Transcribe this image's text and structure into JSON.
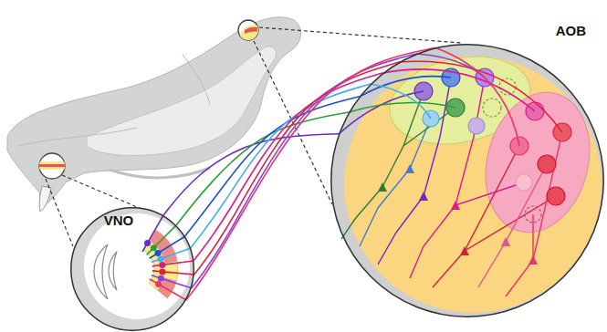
{
  "diagram": {
    "nodes": [
      {
        "text": [
          "AOB"
        ]
      },
      {
        "text": [
          "VNO"
        ]
      }
    ],
    "edges": [
      {
        "from": 1,
        "to": 0,
        "arrow": "none"
      },
      {
        "from": 1,
        "to": 0,
        "arrow": "none"
      },
      {
        "from": 1,
        "to": 0,
        "arrow": "none"
      },
      {
        "from": 1,
        "to": 0,
        "arrow": "none"
      },
      {
        "from": 1,
        "to": 0,
        "arrow": "none"
      },
      {
        "from": 1,
        "to": 0,
        "arrow": "none"
      },
      {
        "from": 1,
        "to": 0,
        "arrow": "none"
      },
      {
        "from": 1,
        "to": 0,
        "arrow": "none"
      }
    ]
  }
}
